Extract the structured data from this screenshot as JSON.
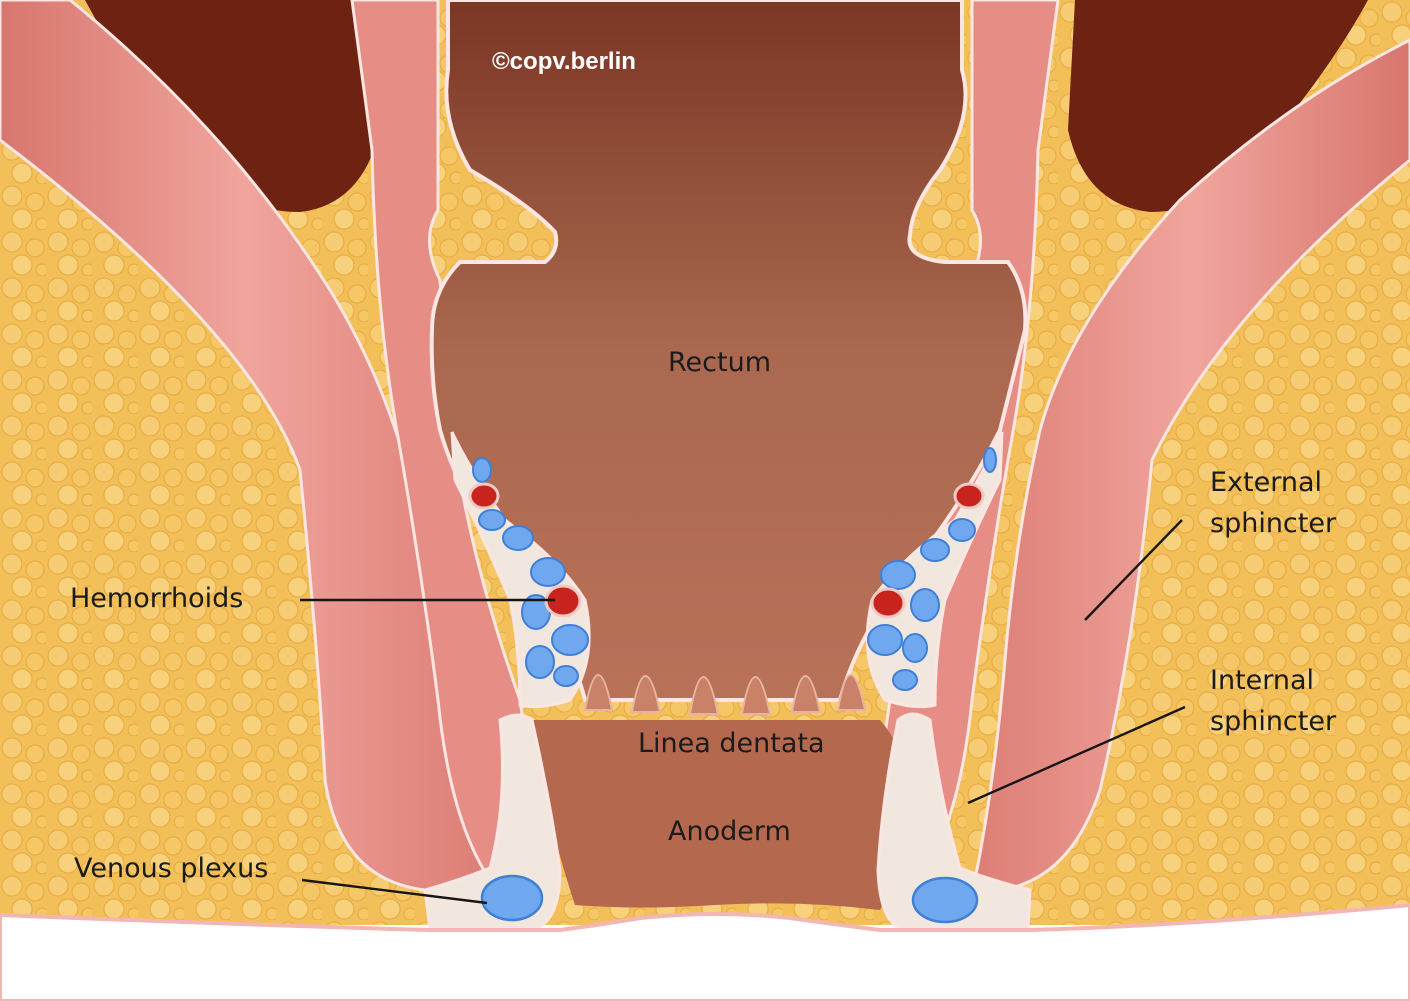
{
  "watermark": "©copv.berlin",
  "labels": {
    "rectum": "Rectum",
    "hemorrhoids": "Hemorrhoids",
    "external_line1": "External",
    "external_line2": "sphincter",
    "internal_line1": "Internal",
    "internal_line2": "sphincter",
    "linea_dentata": "Linea dentata",
    "anoderm": "Anoderm",
    "venous_plexus": "Venous plexus"
  },
  "colors": {
    "fat": "#f3bf58",
    "muscle": "#e89088",
    "mucosa": "#eeb0ab",
    "lumen": "#9c5a44",
    "pelvic_cavity": "#6e2212",
    "venous_tissue": "#f1e7de",
    "vein_blue": "#6fa8ef",
    "artery_red": "#c8231c"
  }
}
